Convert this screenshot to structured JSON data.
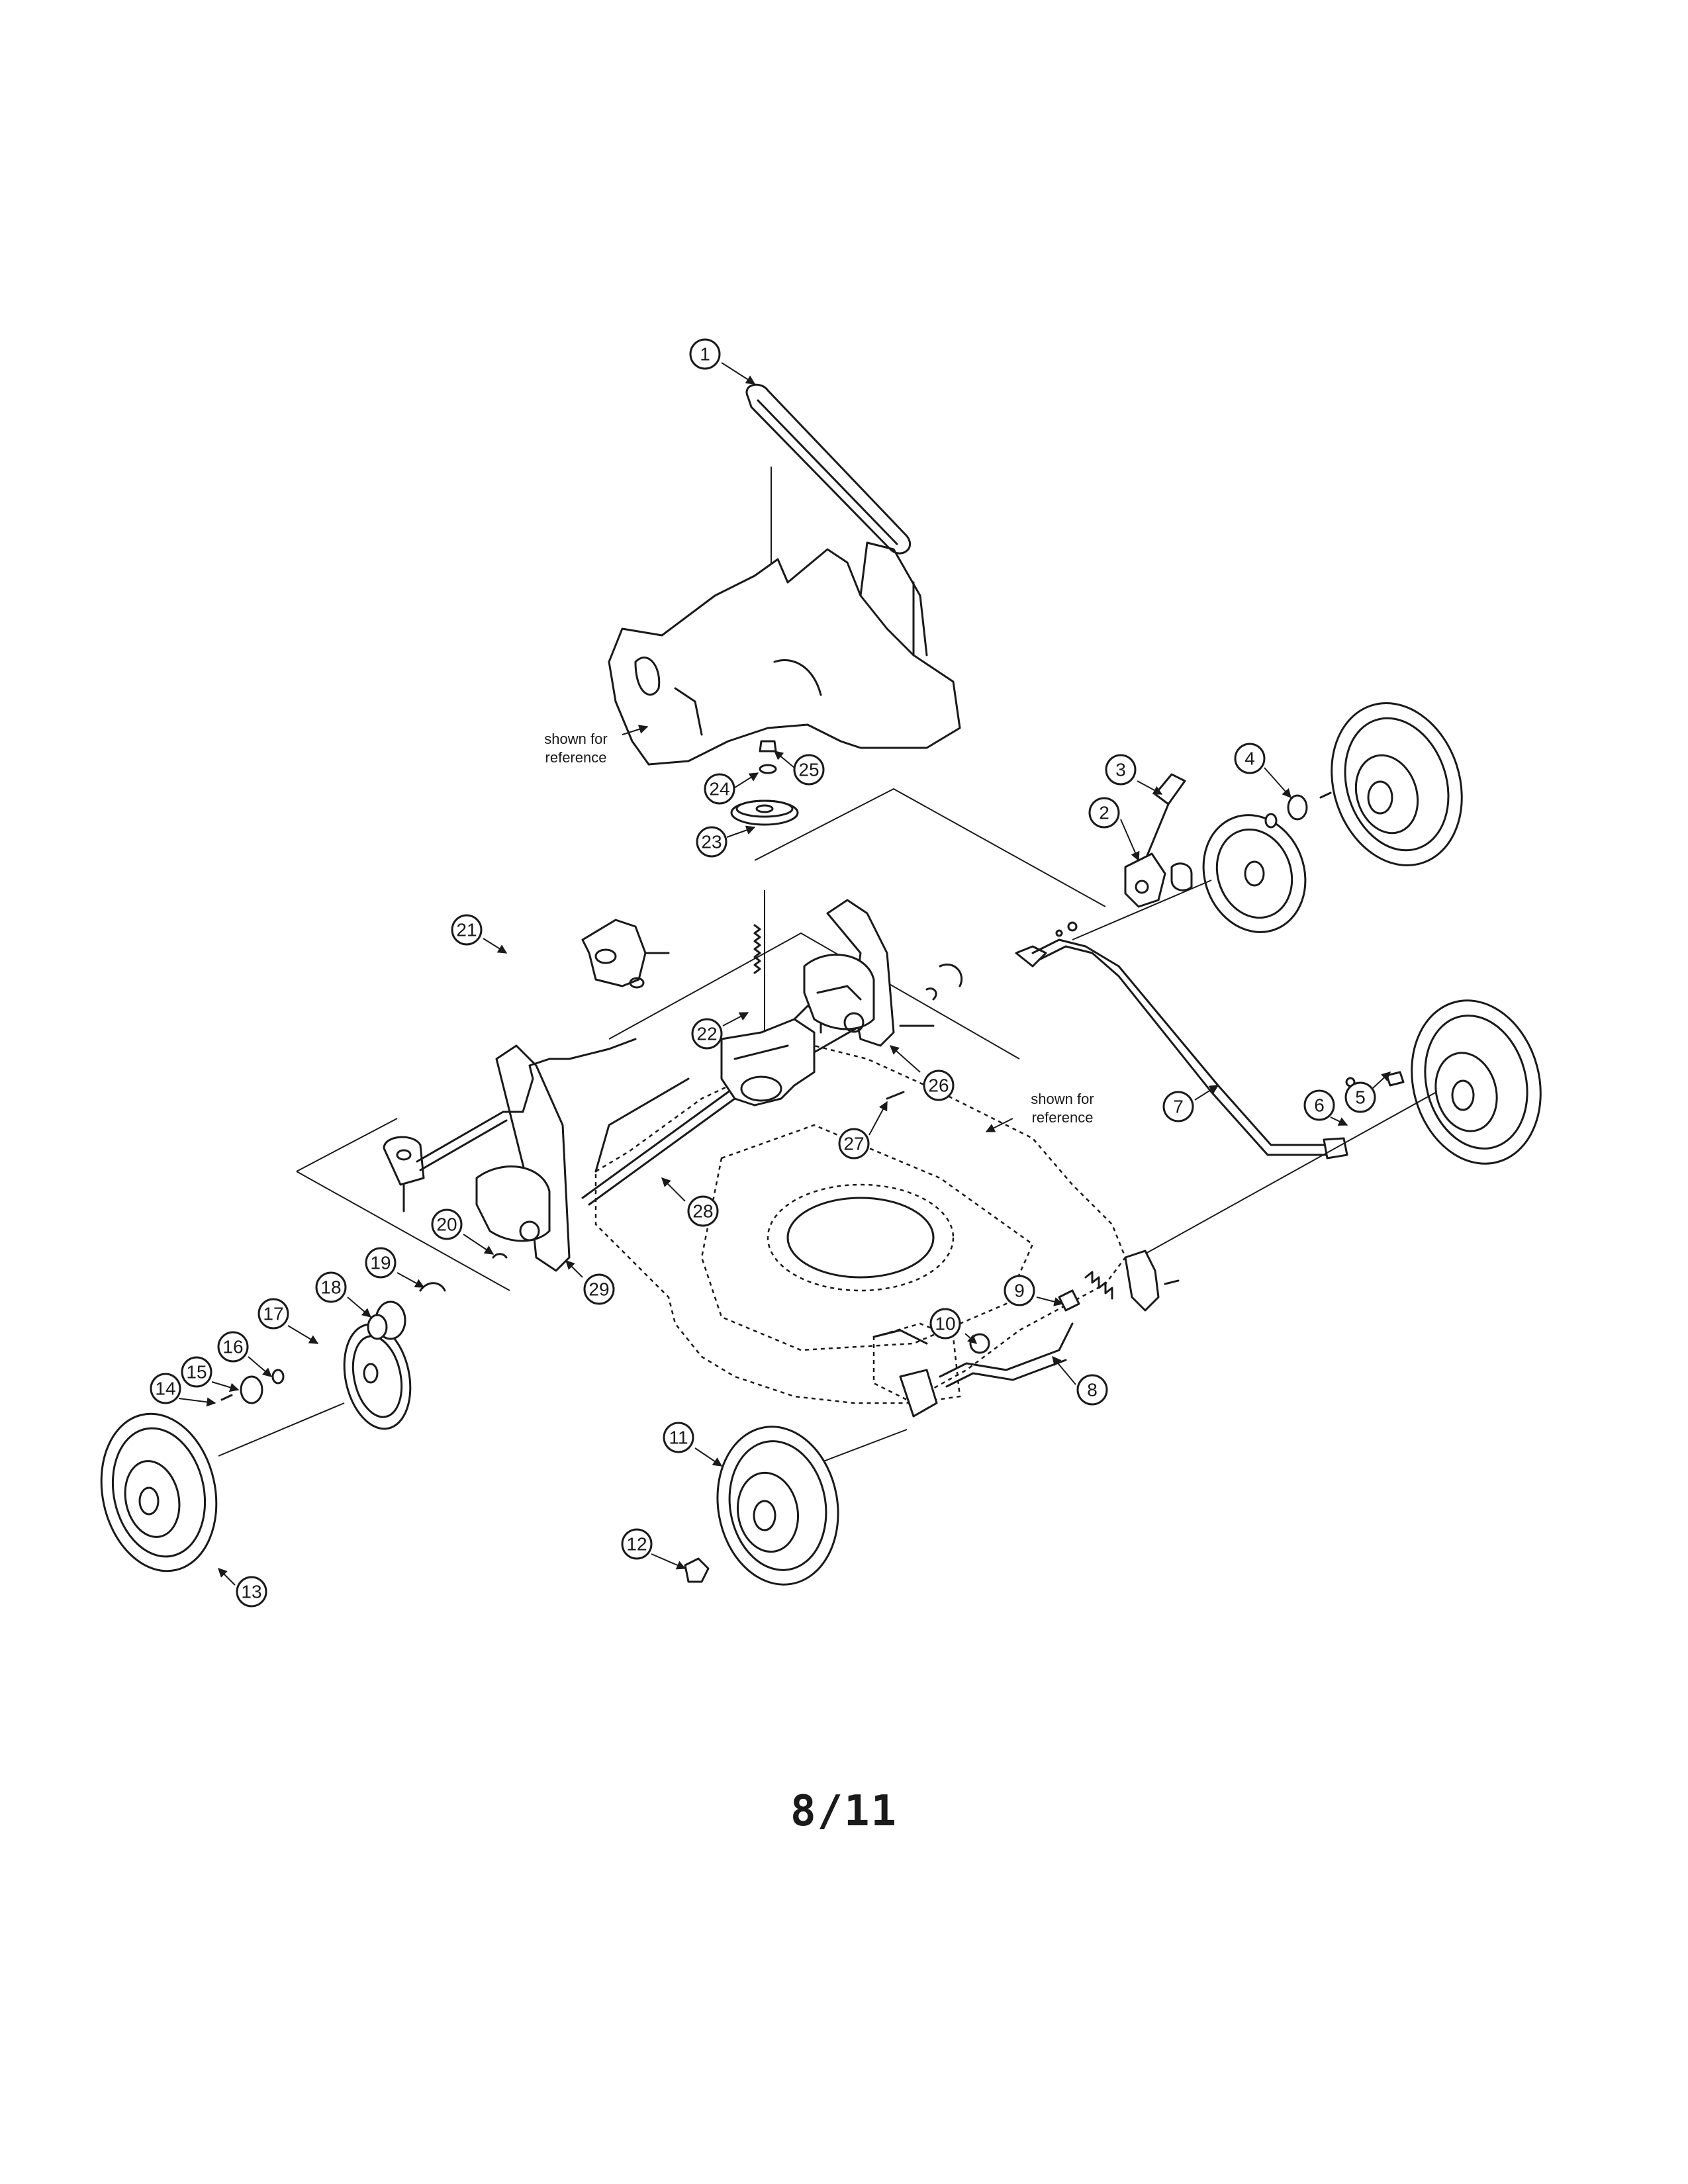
{
  "callouts": [
    {
      "label": "1"
    },
    {
      "label": "2"
    },
    {
      "label": "3"
    },
    {
      "label": "4"
    },
    {
      "label": "5"
    },
    {
      "label": "6"
    },
    {
      "label": "7"
    },
    {
      "label": "8"
    },
    {
      "label": "9"
    },
    {
      "label": "10"
    },
    {
      "label": "11"
    },
    {
      "label": "12"
    },
    {
      "label": "13"
    },
    {
      "label": "14"
    },
    {
      "label": "15"
    },
    {
      "label": "16"
    },
    {
      "label": "17"
    },
    {
      "label": "18"
    },
    {
      "label": "19"
    },
    {
      "label": "20"
    },
    {
      "label": "21"
    },
    {
      "label": "22"
    },
    {
      "label": "23"
    },
    {
      "label": "24"
    },
    {
      "label": "25"
    },
    {
      "label": "26"
    },
    {
      "label": "27"
    },
    {
      "label": "28"
    },
    {
      "label": "29"
    }
  ],
  "reference_notes": [
    {
      "line1": "shown for",
      "line2": "reference"
    },
    {
      "line1": "shown for",
      "line2": "reference"
    }
  ],
  "page_number": "8/11"
}
